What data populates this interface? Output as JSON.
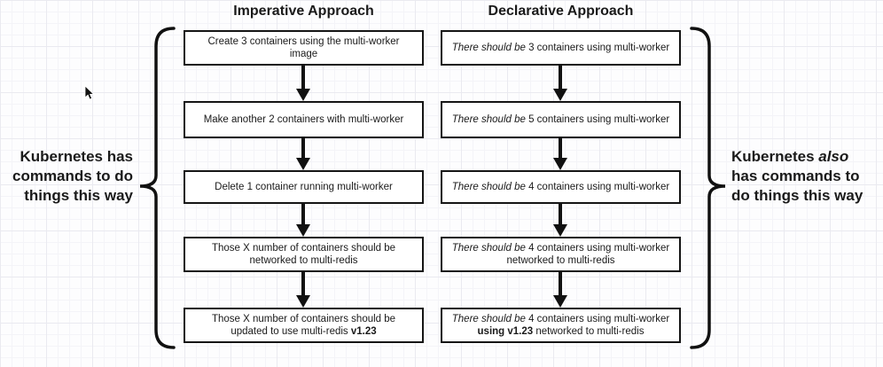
{
  "colors": {
    "ink": "#111111",
    "box_border": "#151515",
    "background": "#fdfdfe",
    "grid_line": "#eaeaf0"
  },
  "titles": {
    "imperative": "Imperative Approach",
    "declarative": "Declarative Approach"
  },
  "imperative": {
    "boxes": [
      {
        "segments": [
          {
            "t": "Create 3 containers using the multi-worker image"
          }
        ]
      },
      {
        "segments": [
          {
            "t": "Make another 2 containers with multi-worker"
          }
        ]
      },
      {
        "segments": [
          {
            "t": "Delete 1 container running multi-worker"
          }
        ]
      },
      {
        "segments": [
          {
            "t": "Those X number of containers should be networked to multi-redis"
          }
        ]
      },
      {
        "segments": [
          {
            "t": "Those X number of containers should be updated to use multi-redis "
          },
          {
            "t": "v1.23",
            "b": true
          }
        ]
      }
    ]
  },
  "declarative": {
    "boxes": [
      {
        "segments": [
          {
            "t": "There should be",
            "i": true
          },
          {
            "t": " 3 containers using multi-worker"
          }
        ]
      },
      {
        "segments": [
          {
            "t": "There should be",
            "i": true
          },
          {
            "t": " 5 containers using multi-worker"
          }
        ]
      },
      {
        "segments": [
          {
            "t": "There should be",
            "i": true
          },
          {
            "t": " 4 containers using multi-worker"
          }
        ]
      },
      {
        "segments": [
          {
            "t": "There should be",
            "i": true
          },
          {
            "t": " 4 containers using multi-worker networked to multi-redis"
          }
        ]
      },
      {
        "segments": [
          {
            "t": "There should be",
            "i": true
          },
          {
            "t": " 4 containers using multi-worker "
          },
          {
            "t": "using v1.23",
            "b": true
          },
          {
            "t": " networked to multi-redis"
          }
        ]
      }
    ]
  },
  "labels": {
    "left": {
      "segments": [
        {
          "t": "Kubernetes has commands to do things this way"
        }
      ]
    },
    "right": {
      "segments": [
        {
          "t": "Kubernetes "
        },
        {
          "t": "also",
          "i": true
        },
        {
          "t": " has commands to do things this way"
        }
      ]
    }
  }
}
